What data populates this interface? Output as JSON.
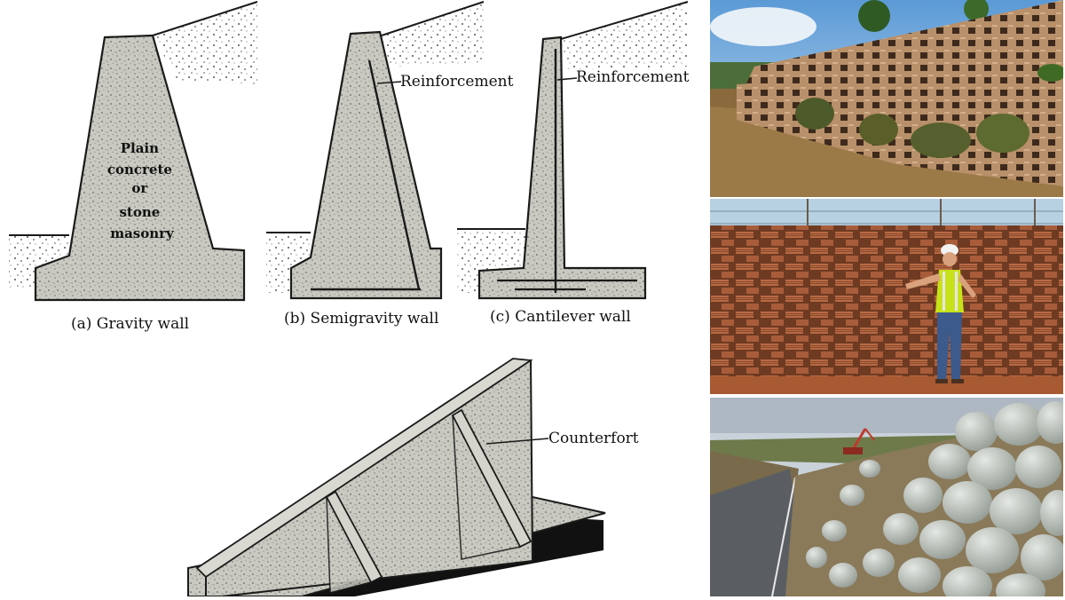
{
  "diagram": {
    "gravity_wall": {
      "caption": "(a) Gravity wall",
      "inner_text": [
        "Plain",
        "concrete",
        "or",
        "stone",
        "masonry"
      ]
    },
    "semigravity_wall": {
      "caption": "(b) Semigravity wall",
      "callout": "Reinforcement"
    },
    "cantilever_wall": {
      "caption": "(c) Cantilever wall",
      "callout": "Reinforcement"
    },
    "counterfort_wall": {
      "callout": "Counterfort"
    }
  },
  "photos": [
    {
      "subject": "stepped-block-retaining-wall-with-plants"
    },
    {
      "subject": "interlocking-block-wall-with-worker"
    },
    {
      "subject": "concrete-dome-block-wall-by-road"
    }
  ],
  "colors": {
    "concrete_fill": "#c9c9c1",
    "soil_dots": "#555555",
    "outline": "#1a1a1a"
  }
}
